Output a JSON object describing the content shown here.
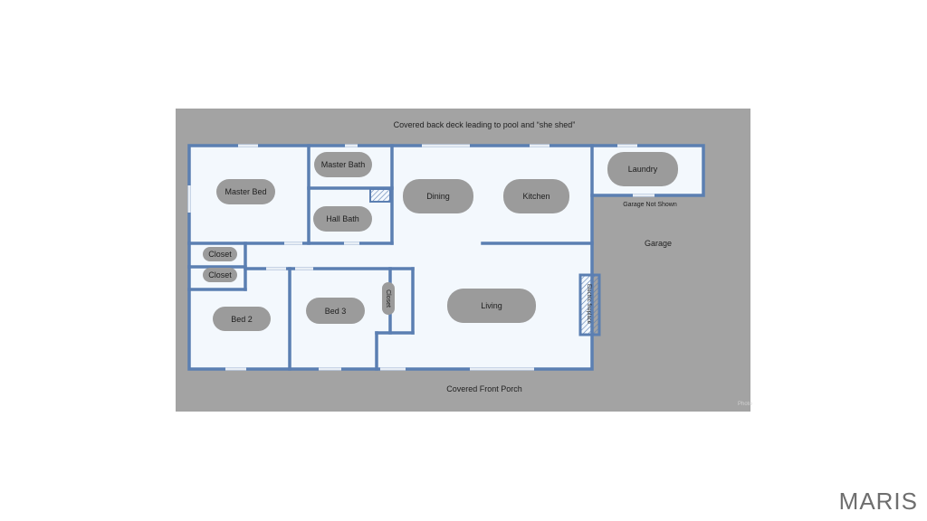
{
  "plan": {
    "deck_label": "Covered back deck leading to pool and “she shed”",
    "porch_label": "Covered Front Porch",
    "garage_label": "Garage",
    "garage_note": "Garage Not Shown",
    "photo_credit": "Photo",
    "rooms": {
      "master_bed": "Master Bed",
      "master_bath": "Master Bath",
      "hall_bath": "Hall Bath",
      "dining": "Dining",
      "kitchen": "Kitchen",
      "laundry": "Laundry",
      "closet_1": "Closet",
      "closet_2": "Closet",
      "bed_2": "Bed 2",
      "bed_3": "Bed 3",
      "closet_3": "Closet",
      "living": "Living",
      "fireplace": "Electric fireplace"
    }
  },
  "watermark": "MARIS",
  "colors": {
    "background": "#a3a3a3",
    "floor": "#f3f8fd",
    "wall": "#5b7fb2",
    "label_pill": "#9b9b9b"
  }
}
